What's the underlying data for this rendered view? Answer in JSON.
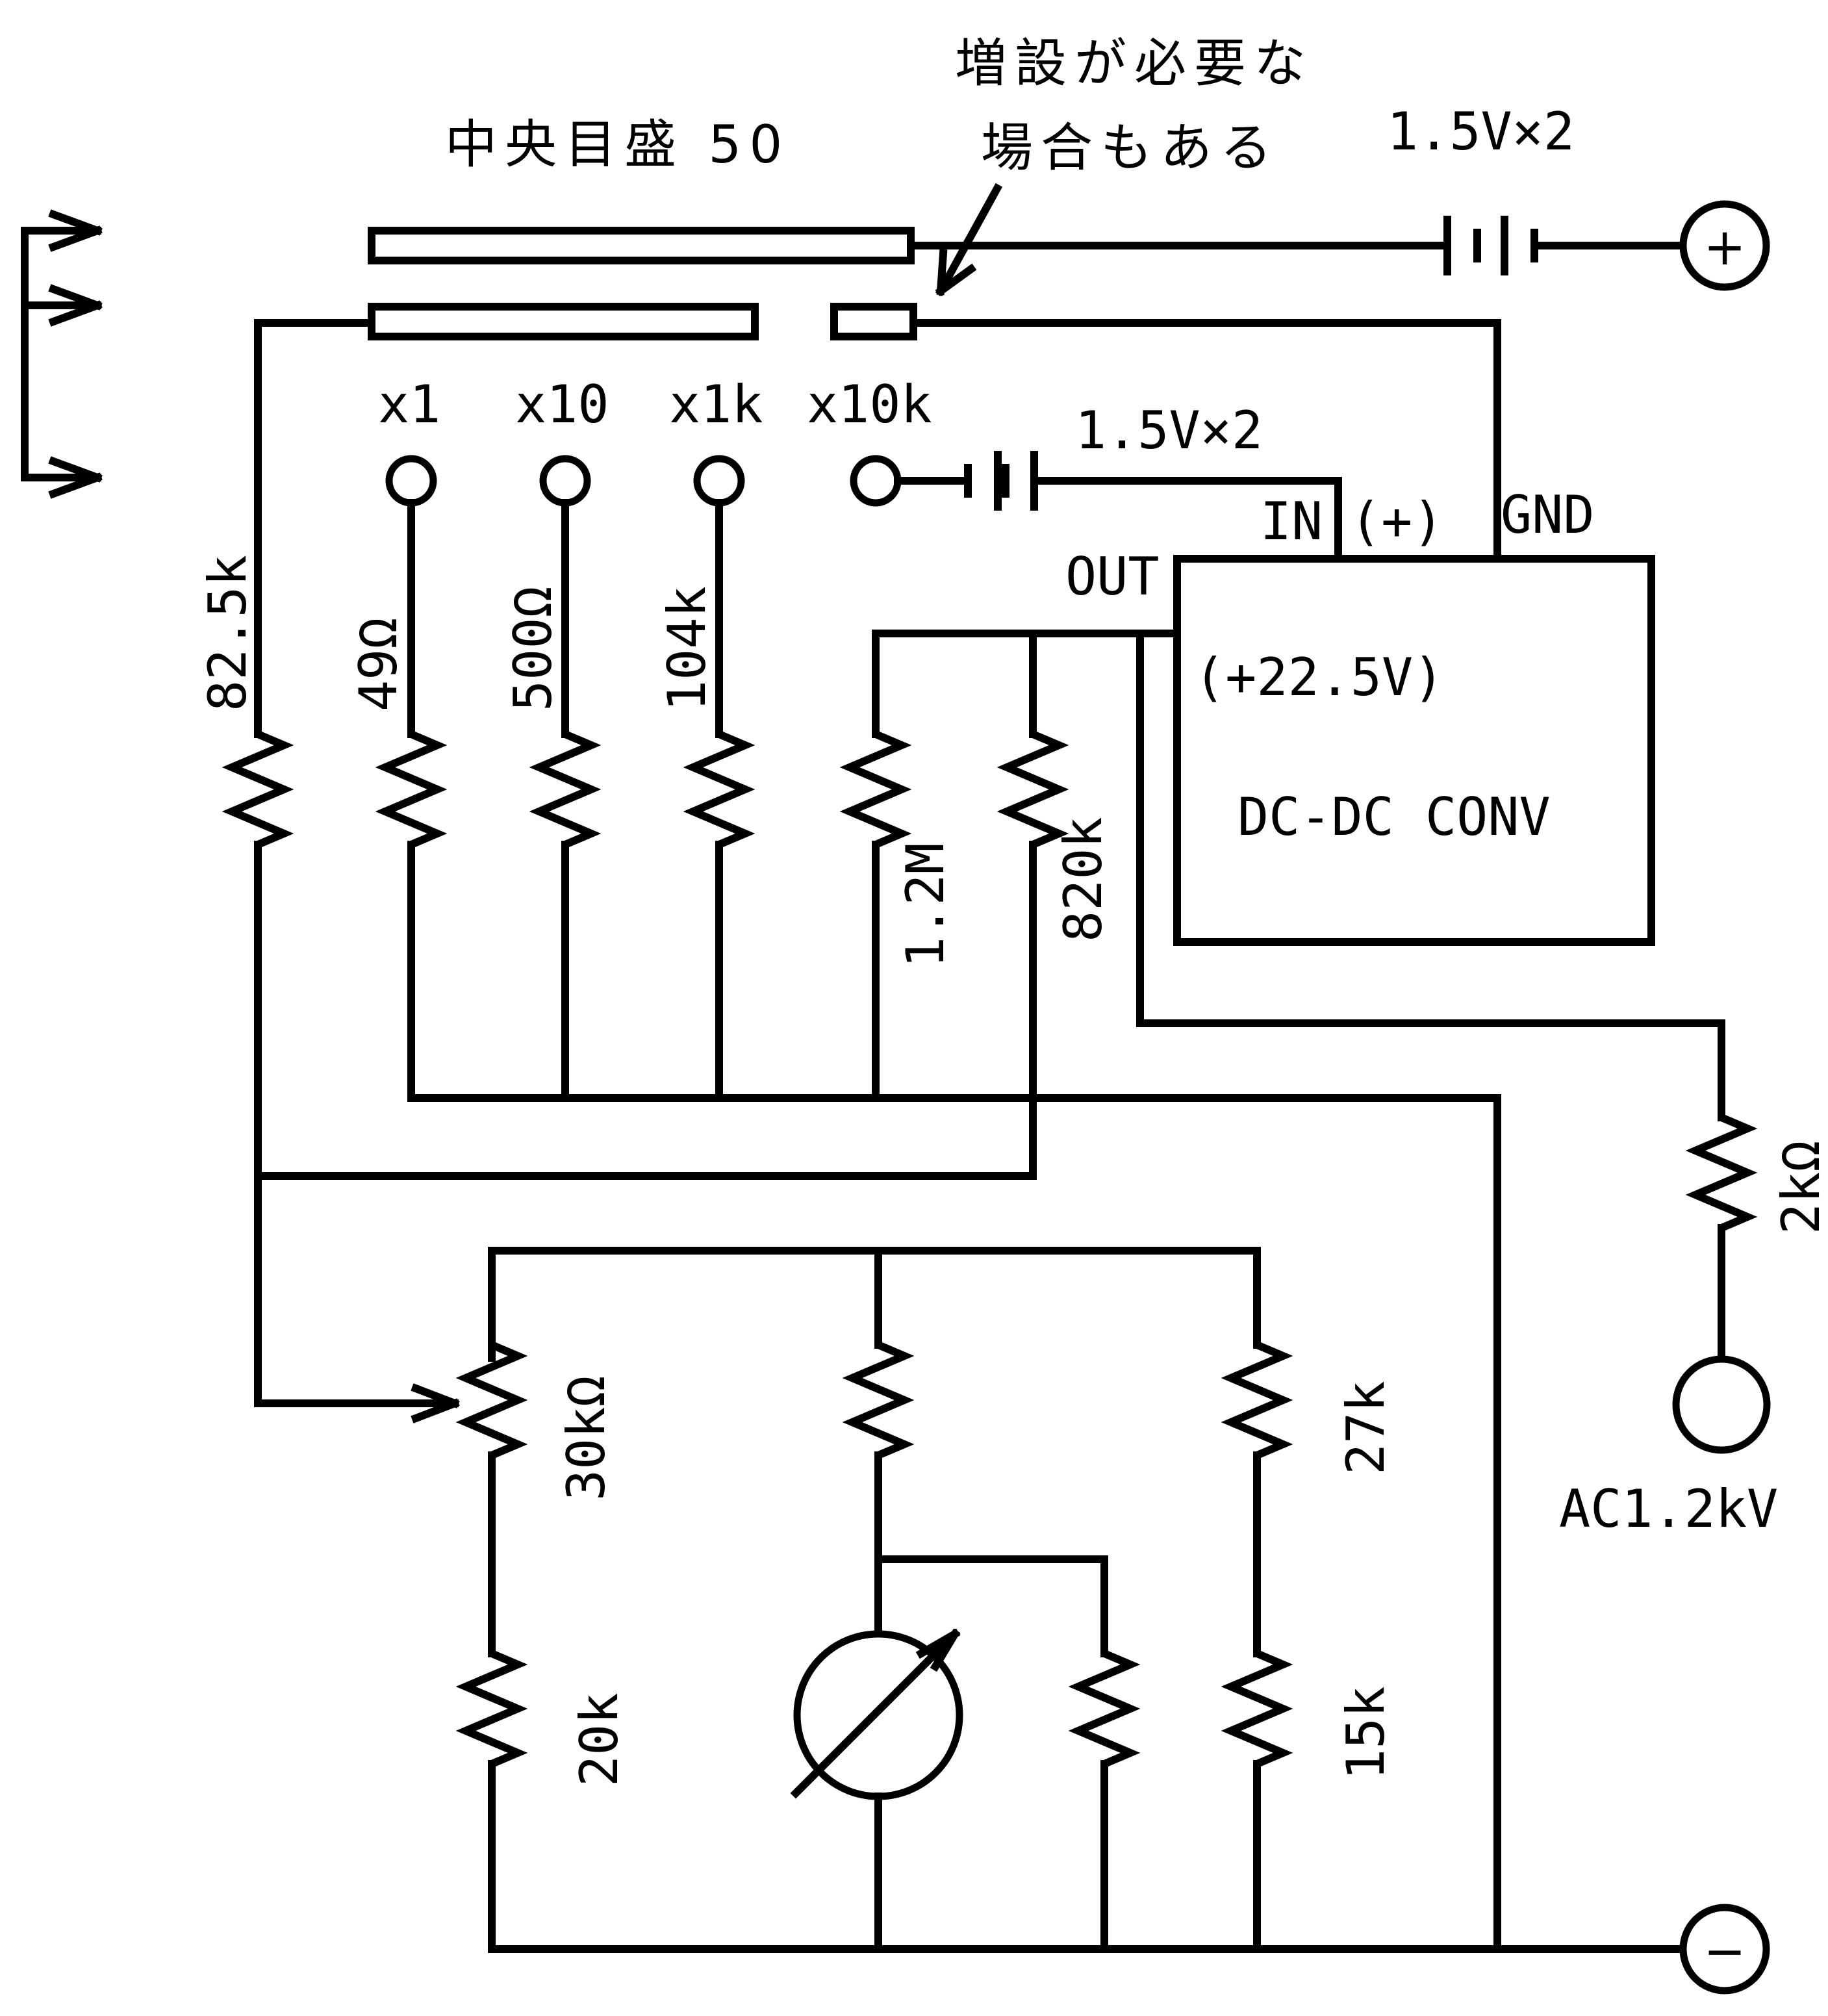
{
  "labels": {
    "center_scale": "中央目盛 50",
    "note_line1": "増設が必要な",
    "note_line2": "場合もある",
    "battery_top": "1.5V×2",
    "battery_mid": "1.5V×2",
    "range_x1": "x1",
    "range_x10": "x10",
    "range_x1k": "x1k",
    "range_x10k": "x10k",
    "pin_in": "IN",
    "pin_plus": "(+)",
    "pin_gnd": "GND",
    "pin_out": "OUT",
    "conv_voltage": "(+22.5V)",
    "conv_name": "DC-DC CONV",
    "r_82k5": "82.5k",
    "r_49": "49Ω",
    "r_500": "500Ω",
    "r_104k": "104k",
    "r_1M2": "1.2M",
    "r_820k": "820k",
    "r_2k": "2kΩ",
    "ac_source": "AC1.2kV",
    "r_30k": "30kΩ",
    "r_27k": "27k",
    "r_20k": "20k",
    "r_15k": "15k",
    "term_plus": "+",
    "term_minus": "−"
  }
}
